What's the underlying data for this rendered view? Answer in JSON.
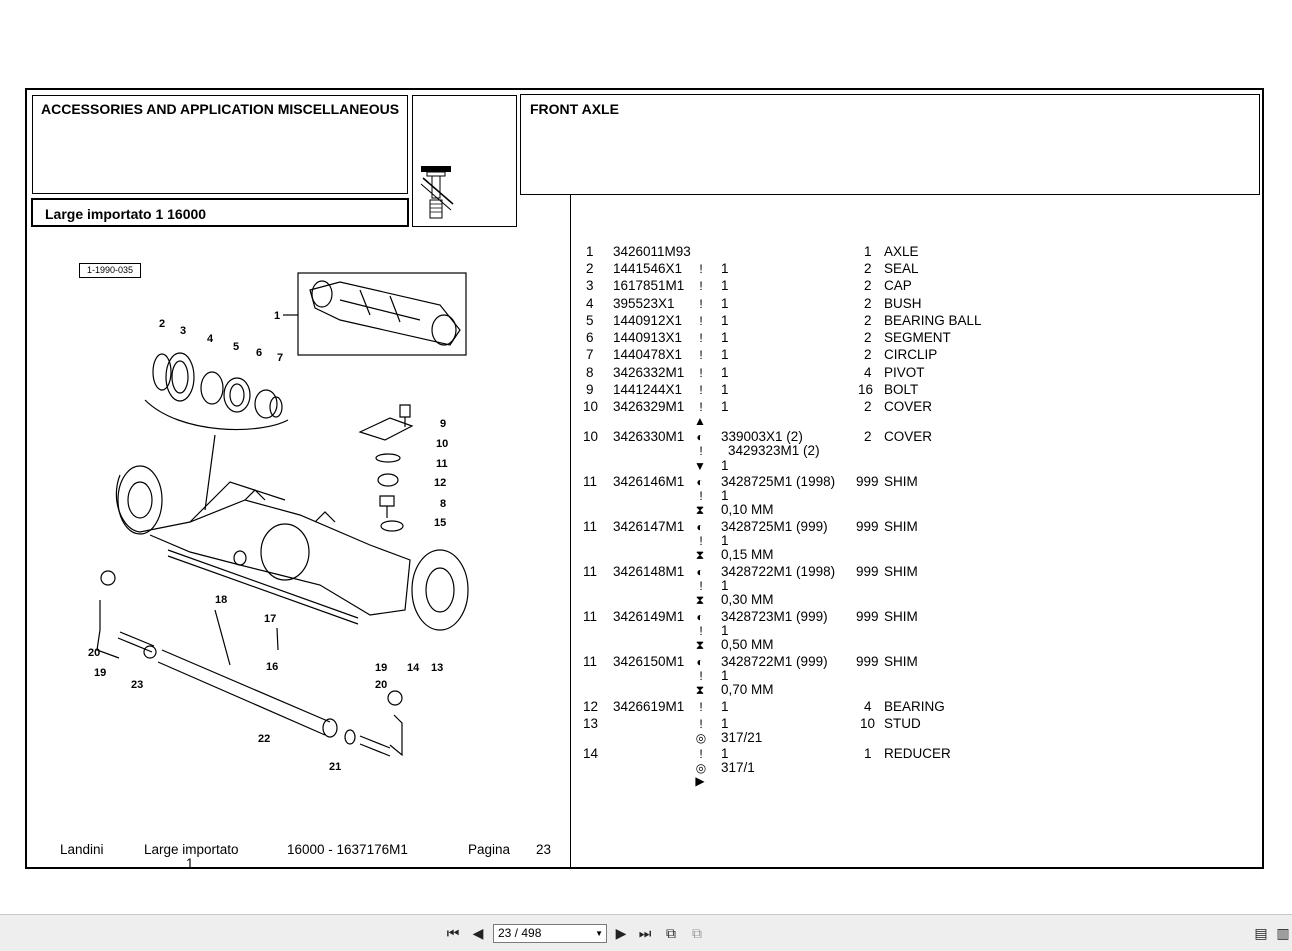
{
  "header": {
    "section_title": "ACCESSORIES AND APPLICATION MISCELLANEOUS",
    "model_label": "Large importato 1  16000",
    "group_title": "FRONT AXLE"
  },
  "drawing": {
    "ref_code": "1-1990-035",
    "callouts": [
      "1",
      "2",
      "3",
      "4",
      "5",
      "6",
      "7",
      "9",
      "10",
      "11",
      "12",
      "8",
      "15",
      "18",
      "17",
      "16",
      "14",
      "13",
      "20",
      "19",
      "23",
      "22",
      "21",
      "19",
      "20"
    ]
  },
  "parts": [
    {
      "pos": "1",
      "code": "3426011M93",
      "note": "",
      "qty": "1",
      "desc": "AXLE"
    },
    {
      "pos": "2",
      "code": "1441546X1",
      "note": "1",
      "qty": "2",
      "desc": "SEAL"
    },
    {
      "pos": "3",
      "code": "1617851M1",
      "note": "1",
      "qty": "2",
      "desc": "CAP"
    },
    {
      "pos": "4",
      "code": "395523X1",
      "note": "1",
      "qty": "2",
      "desc": "BUSH"
    },
    {
      "pos": "5",
      "code": "1440912X1",
      "note": "1",
      "qty": "2",
      "desc": "BEARING BALL"
    },
    {
      "pos": "6",
      "code": "1440913X1",
      "note": "1",
      "qty": "2",
      "desc": "SEGMENT"
    },
    {
      "pos": "7",
      "code": "1440478X1",
      "note": "1",
      "qty": "2",
      "desc": "CIRCLIP"
    },
    {
      "pos": "8",
      "code": "3426332M1",
      "note": "1",
      "qty": "4",
      "desc": "PIVOT"
    },
    {
      "pos": "9",
      "code": "1441244X1",
      "note": "1",
      "qty": "16",
      "desc": "BOLT"
    },
    {
      "pos": "10",
      "code": "3426329M1",
      "note": "1",
      "qty": "2",
      "desc": "COVER"
    },
    {
      "pos": "10",
      "code": "3426330M1",
      "note": "339003X1  (2)",
      "note2": "3429323M1  (2)",
      "qty": "2",
      "desc": "COVER",
      "after": "1"
    },
    {
      "pos": "11",
      "code": "3426146M1",
      "note": "3428725M1  (1998)",
      "note2": "1",
      "qty": "999",
      "desc": "SHIM",
      "after": "0,10 MM"
    },
    {
      "pos": "11",
      "code": "3426147M1",
      "note": "3428725M1  (999)",
      "note2": "1",
      "qty": "999",
      "desc": "SHIM",
      "after": "0,15 MM"
    },
    {
      "pos": "11",
      "code": "3426148M1",
      "note": "3428722M1  (1998)",
      "note2": "1",
      "qty": "999",
      "desc": "SHIM",
      "after": "0,30 MM"
    },
    {
      "pos": "11",
      "code": "3426149M1",
      "note": "3428723M1  (999)",
      "note2": "1",
      "qty": "999",
      "desc": "SHIM",
      "after": "0,50 MM"
    },
    {
      "pos": "11",
      "code": "3426150M1",
      "note": "3428722M1  (999)",
      "note2": "1",
      "qty": "999",
      "desc": "SHIM",
      "after": "0,70 MM"
    },
    {
      "pos": "12",
      "code": "3426619M1",
      "note": "1",
      "qty": "4",
      "desc": "BEARING"
    },
    {
      "pos": "13",
      "code": "",
      "note": "1",
      "qty": "10",
      "desc": "STUD",
      "after": "317/21"
    },
    {
      "pos": "14",
      "code": "",
      "note": "1",
      "qty": "1",
      "desc": "REDUCER",
      "after": "317/1"
    }
  ],
  "footer": {
    "brand": "Landini",
    "model": "Large importato",
    "model_sub": "1",
    "code": "16000 - 1637176M1",
    "page_label": "Pagina",
    "page_num": "23"
  },
  "viewer": {
    "page_field": "23 / 498"
  }
}
